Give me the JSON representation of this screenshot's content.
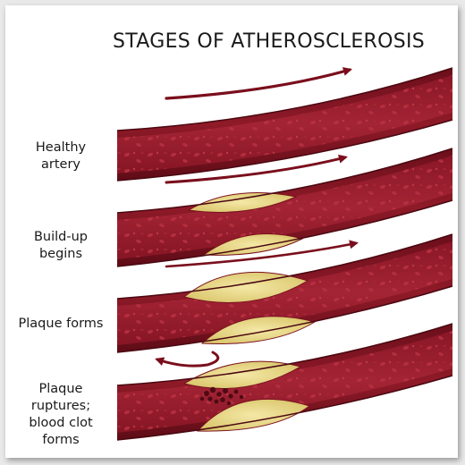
{
  "title": "STAGES OF ATHEROSCLEROSIS",
  "stages": [
    {
      "label": "Healthy artery"
    },
    {
      "label": "Build-up begins"
    },
    {
      "label": "Plaque forms"
    },
    {
      "label": "Plaque ruptures; blood clot forms"
    }
  ],
  "colors": {
    "vessel_wall": "#7a1220",
    "lumen": "#9a1d2c",
    "blood_cell": "#b83040",
    "plaque": "#e9db8f",
    "arrow": "#7a0e1c"
  }
}
